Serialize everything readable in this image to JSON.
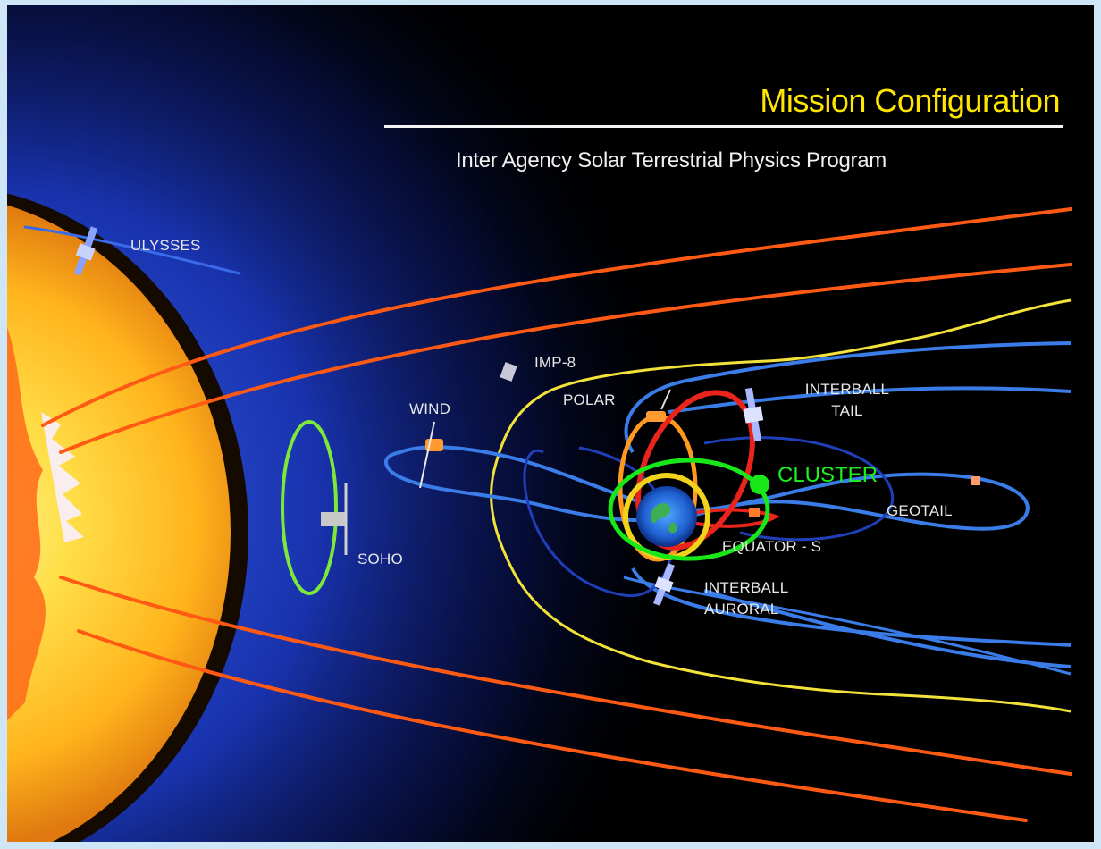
{
  "header": {
    "title": "Mission Configuration",
    "subtitle": "Inter Agency Solar Terrestrial Physics Program"
  },
  "labels": {
    "ulysses": "ULYSSES",
    "imp8": "IMP-8",
    "wind": "WIND",
    "polar": "POLAR",
    "interball_tail_1": "INTERBALL",
    "interball_tail_2": "TAIL",
    "soho": "SOHO",
    "geotail": "GEOTAIL",
    "equator_s": "EQUATOR - S",
    "interball_auroral_1": "INTERBALL",
    "interball_auroral_2": "AURORAL"
  },
  "highlight": {
    "label": "CLUSTER",
    "color": "#18e818"
  },
  "colors": {
    "page_border": "#cfe6f7",
    "background": "#000000",
    "title": "#ffe600",
    "sun_core": "#ffd22a",
    "solar_wind_lines": "#ff5a14",
    "magnetopause": "#f2e23a",
    "orbit_blue": "#3a7de8",
    "orbit_red": "#e8241c",
    "orbit_orange": "#ff9a1e",
    "soho_halo_orbit": "#7ee83a"
  }
}
